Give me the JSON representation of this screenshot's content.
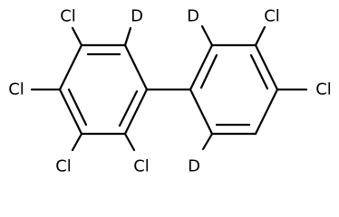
{
  "molecule": {
    "atoms": [
      {
        "id": "cl-top-left",
        "text": "Cl"
      },
      {
        "id": "d-top-left",
        "text": "D"
      },
      {
        "id": "d-top-right",
        "text": "D"
      },
      {
        "id": "cl-top-right",
        "text": "Cl"
      },
      {
        "id": "cl-left",
        "text": "Cl"
      },
      {
        "id": "cl-right",
        "text": "Cl"
      },
      {
        "id": "cl-bottom-left",
        "text": "Cl"
      },
      {
        "id": "cl-bottom-mid",
        "text": "Cl"
      },
      {
        "id": "d-bottom-right",
        "text": "D"
      }
    ]
  }
}
